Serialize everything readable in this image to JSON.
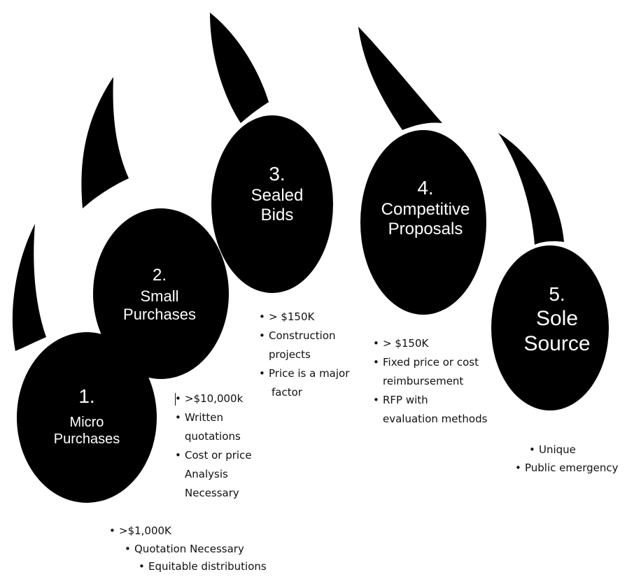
{
  "colors": {
    "paw_fill": "#000000",
    "label_text": "#ffffff",
    "bullet_text": "#111111",
    "background": "#ffffff"
  },
  "toes": [
    {
      "number": "1.",
      "title_lines": [
        "Micro",
        "Purchases"
      ],
      "details": [
        {
          "lines": [
            ">$1,000K"
          ]
        },
        {
          "lines": [
            "Quotation Necessary"
          ]
        },
        {
          "lines": [
            "Equitable distributions"
          ]
        }
      ]
    },
    {
      "number": "2.",
      "title_lines": [
        "Small",
        "Purchases"
      ],
      "details": [
        {
          "lines": [
            ">$10,000k"
          ]
        },
        {
          "lines": [
            "Written",
            "quotations"
          ]
        },
        {
          "lines": [
            "Cost or price",
            "Analysis",
            "Necessary"
          ]
        }
      ]
    },
    {
      "number": "3.",
      "title_lines": [
        "Sealed",
        "Bids"
      ],
      "details": [
        {
          "lines": [
            "> $150K"
          ]
        },
        {
          "lines": [
            "Construction",
            "projects"
          ]
        },
        {
          "lines": [
            "Price is a major",
            "factor"
          ]
        }
      ]
    },
    {
      "number": "4.",
      "title_lines": [
        "Competitive",
        "Proposals"
      ],
      "details": [
        {
          "lines": [
            "> $150K"
          ]
        },
        {
          "lines": [
            "Fixed price or cost",
            "reimbursement"
          ]
        },
        {
          "lines": [
            "RFP with",
            "evaluation methods"
          ]
        }
      ]
    },
    {
      "number": "5.",
      "title_lines": [
        "Sole",
        "Source"
      ],
      "details": [
        {
          "lines": [
            "Unique"
          ]
        },
        {
          "lines": [
            "Public emergency"
          ]
        }
      ]
    }
  ]
}
